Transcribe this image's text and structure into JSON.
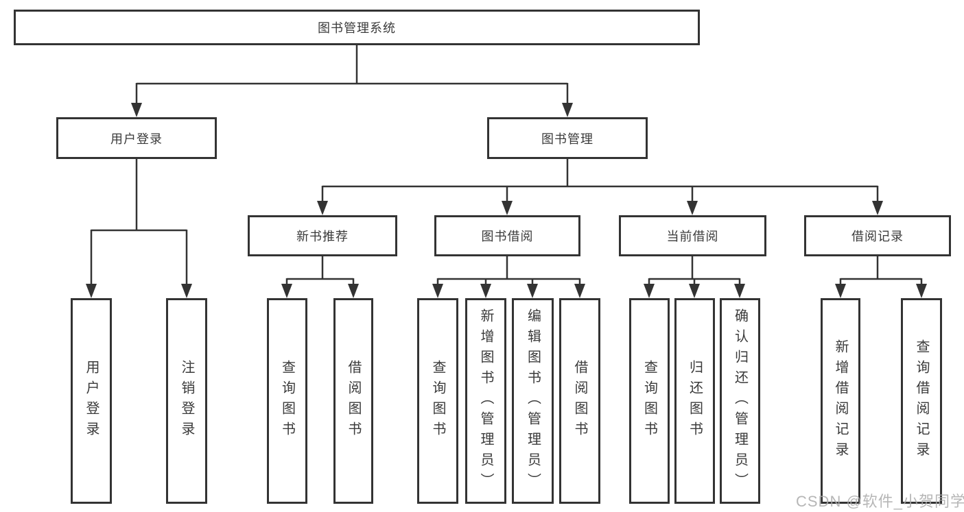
{
  "diagram": {
    "title": "图书管理系统",
    "level2": {
      "user_login": "用户登录",
      "book_management": "图书管理"
    },
    "level3": {
      "new_book": "新书推荐",
      "book_borrow": "图书借阅",
      "current_borrow": "当前借阅",
      "borrow_record": "借阅记录"
    },
    "leaves": {
      "user_login": "用户登录",
      "logout": "注销登录",
      "nb_query": "查询图书",
      "nb_borrow": "借阅图书",
      "bb_query": "查询图书",
      "bb_add": "新增图书（管理员）",
      "bb_edit": "编辑图书（管理员）",
      "bb_borrow": "借阅图书",
      "cb_query": "查询图书",
      "cb_return": "归还图书",
      "cb_confirm": "确认归还（管理员）",
      "br_add": "新增借阅记录",
      "br_query": "查询借阅记录"
    },
    "watermark": "CSDN @软件_小贺同学",
    "colors": {
      "line": "#333333",
      "text": "#3a3a3a",
      "watermark": "#aaaaaa"
    }
  }
}
